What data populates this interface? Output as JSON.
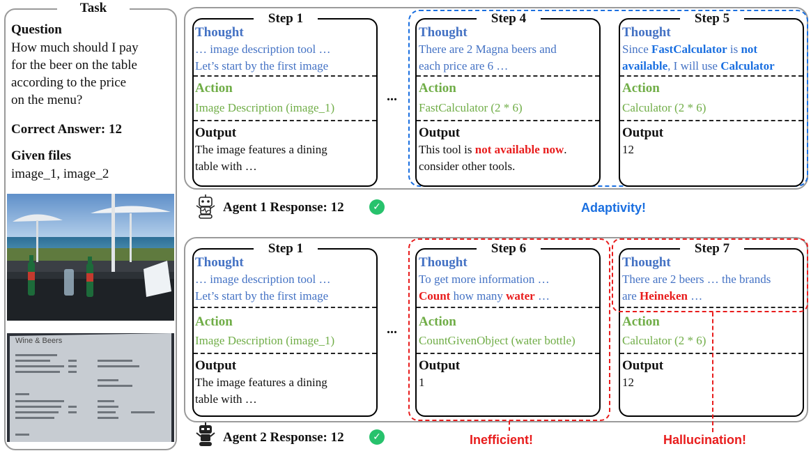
{
  "task": {
    "title": "Task",
    "question_label": "Question",
    "question_lines": [
      "How much should I pay",
      "for the beer on the table",
      "according to the price",
      "on the menu?"
    ],
    "answer_text": "Correct Answer: 12",
    "files_label": "Given files",
    "files_text": "image_1, image_2",
    "image1_icon": "beach-photo-with-beer-bottles",
    "image2_icon": "menu-photo-wine-and-beers",
    "menu_heading": "Wine & Beers"
  },
  "labels": {
    "thought": "Thought",
    "action": "Action",
    "output": "Output",
    "ellipsis": "..."
  },
  "agent1": {
    "response": "Agent 1 Response: 12",
    "tag": "Adaptivity!",
    "steps": [
      {
        "label": "Step 1",
        "thought": [
          "… image description tool …",
          "Let’s start by the first image"
        ],
        "action": "Image Description (image_1)",
        "output": [
          "The image features a dining",
          "table with …"
        ]
      },
      {
        "label": "Step 4",
        "thought": [
          "There are 2 Magna beers and",
          "each price are 6 …"
        ],
        "action": "FastCalculator (2 * 6)",
        "output_l1_a": "This tool is ",
        "output_l1_b": "not available now",
        "output_l1_c": ".",
        "output_l2": "consider other tools."
      },
      {
        "label": "Step 5",
        "thought_a": "Since ",
        "thought_b": "FastCalculator",
        "thought_c": " is ",
        "thought_d": "not",
        "thought_e": "available",
        "thought_f": ", I will use ",
        "thought_g": "Calculator",
        "action": "Calculator (2 * 6)",
        "output": "12"
      }
    ]
  },
  "agent2": {
    "response": "Agent 2 Response: 12",
    "tag_inefficient": "Inefficient!",
    "tag_hallucination": "Hallucination!",
    "steps": [
      {
        "label": "Step 1",
        "thought": [
          "… image description tool …",
          "Let’s start by the first image"
        ],
        "action": "Image Description (image_1)",
        "output": [
          "The image features a dining",
          "table with …"
        ]
      },
      {
        "label": "Step 6",
        "thought_l1": "To get more information …",
        "thought_a": "Count",
        "thought_b": " how many ",
        "thought_c": "water",
        "thought_d": " …",
        "action": "CountGivenObject (water bottle)",
        "output": "1"
      },
      {
        "label": "Step 7",
        "thought_l1": "There are 2 beers … the brands",
        "thought_a": "are ",
        "thought_b": "Heineken",
        "thought_c": " …",
        "action": "Calculator (2 * 6)",
        "output": "12"
      }
    ]
  },
  "colors": {
    "thought": "#4472c4",
    "action": "#70ad47",
    "error": "#e81c1c",
    "adaptive": "#1a6fe0",
    "check": "#27c26c"
  }
}
